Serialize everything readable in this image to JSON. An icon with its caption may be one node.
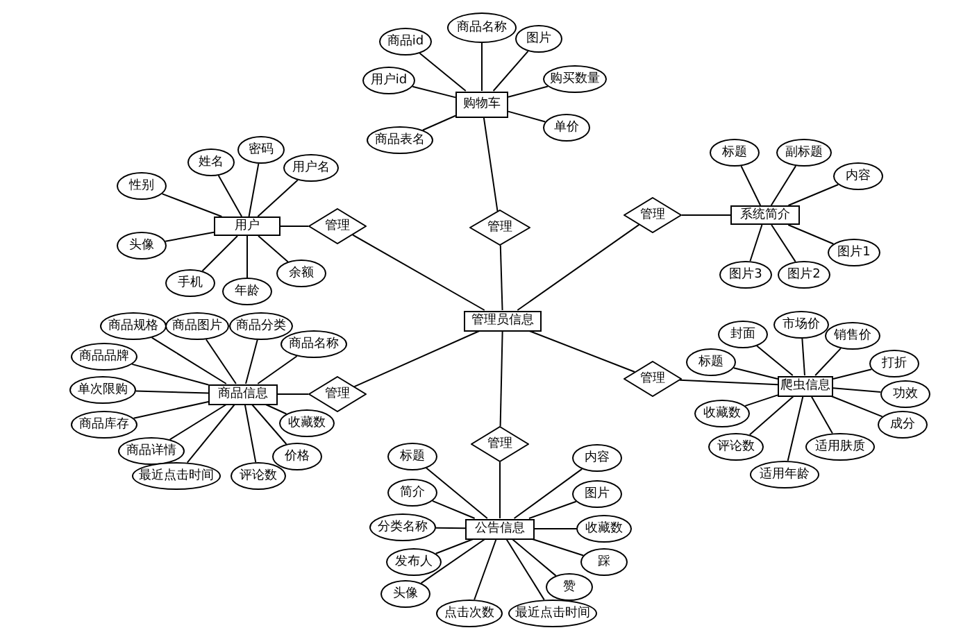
{
  "diagram": {
    "nodes": [
      {
        "text": [
          "管理员信息"
        ]
      },
      {
        "text": [
          "购物车"
        ]
      },
      {
        "text": [
          "用户"
        ]
      },
      {
        "text": [
          "系统简介"
        ]
      },
      {
        "text": [
          "商品信息"
        ]
      },
      {
        "text": [
          "爬虫信息"
        ]
      },
      {
        "text": [
          "公告信息"
        ]
      },
      {
        "text": [
          "管理"
        ]
      },
      {
        "text": [
          "管理"
        ]
      },
      {
        "text": [
          "管理"
        ]
      },
      {
        "text": [
          "管理"
        ]
      },
      {
        "text": [
          "管理"
        ]
      },
      {
        "text": [
          "管理"
        ]
      },
      {
        "text": [
          "商品id"
        ]
      },
      {
        "text": [
          "商品名称"
        ]
      },
      {
        "text": [
          "图片"
        ]
      },
      {
        "text": [
          "用户id"
        ]
      },
      {
        "text": [
          "购买数量"
        ]
      },
      {
        "text": [
          "单价"
        ]
      },
      {
        "text": [
          "商品表名"
        ]
      },
      {
        "text": [
          "姓名"
        ]
      },
      {
        "text": [
          "密码"
        ]
      },
      {
        "text": [
          "用户名"
        ]
      },
      {
        "text": [
          "性别"
        ]
      },
      {
        "text": [
          "头像"
        ]
      },
      {
        "text": [
          "手机"
        ]
      },
      {
        "text": [
          "年龄"
        ]
      },
      {
        "text": [
          "余额"
        ]
      },
      {
        "text": [
          "标题"
        ]
      },
      {
        "text": [
          "副标题"
        ]
      },
      {
        "text": [
          "内容"
        ]
      },
      {
        "text": [
          "图片1"
        ]
      },
      {
        "text": [
          "图片3"
        ]
      },
      {
        "text": [
          "图片2"
        ]
      },
      {
        "text": [
          "商品规格"
        ]
      },
      {
        "text": [
          "商品图片"
        ]
      },
      {
        "text": [
          "商品分类"
        ]
      },
      {
        "text": [
          "商品名称"
        ]
      },
      {
        "text": [
          "商品品牌"
        ]
      },
      {
        "text": [
          "单次限购"
        ]
      },
      {
        "text": [
          "商品库存"
        ]
      },
      {
        "text": [
          "商品详情"
        ]
      },
      {
        "text": [
          "收藏数"
        ]
      },
      {
        "text": [
          "价格"
        ]
      },
      {
        "text": [
          "最近点击时间"
        ]
      },
      {
        "text": [
          "评论数"
        ]
      },
      {
        "text": [
          "封面"
        ]
      },
      {
        "text": [
          "市场价"
        ]
      },
      {
        "text": [
          "销售价"
        ]
      },
      {
        "text": [
          "标题"
        ]
      },
      {
        "text": [
          "打折"
        ]
      },
      {
        "text": [
          "功效"
        ]
      },
      {
        "text": [
          "成分"
        ]
      },
      {
        "text": [
          "收藏数"
        ]
      },
      {
        "text": [
          "评论数"
        ]
      },
      {
        "text": [
          "适用肤质"
        ]
      },
      {
        "text": [
          "适用年龄"
        ]
      },
      {
        "text": [
          "标题"
        ]
      },
      {
        "text": [
          "简介"
        ]
      },
      {
        "text": [
          "分类名称"
        ]
      },
      {
        "text": [
          "发布人"
        ]
      },
      {
        "text": [
          "内容"
        ]
      },
      {
        "text": [
          "图片"
        ]
      },
      {
        "text": [
          "收藏数"
        ]
      },
      {
        "text": [
          "踩"
        ]
      },
      {
        "text": [
          "赞"
        ]
      },
      {
        "text": [
          "头像"
        ]
      },
      {
        "text": [
          "点击次数"
        ]
      },
      {
        "text": [
          "最近点击时间"
        ]
      }
    ],
    "edges": [
      {
        "from": 1,
        "to": 7,
        "arrow": "none"
      },
      {
        "from": 7,
        "to": 0,
        "arrow": "none"
      },
      {
        "from": 2,
        "to": 8,
        "arrow": "none"
      },
      {
        "from": 8,
        "to": 0,
        "arrow": "none"
      },
      {
        "from": 3,
        "to": 9,
        "arrow": "none"
      },
      {
        "from": 9,
        "to": 0,
        "arrow": "none"
      },
      {
        "from": 4,
        "to": 10,
        "arrow": "none"
      },
      {
        "from": 10,
        "to": 0,
        "arrow": "none"
      },
      {
        "from": 5,
        "to": 11,
        "arrow": "none"
      },
      {
        "from": 11,
        "to": 0,
        "arrow": "none"
      },
      {
        "from": 6,
        "to": 12,
        "arrow": "none"
      },
      {
        "from": 12,
        "to": 0,
        "arrow": "none"
      },
      {
        "from": 1,
        "to": 13,
        "arrow": "none"
      },
      {
        "from": 1,
        "to": 14,
        "arrow": "none"
      },
      {
        "from": 1,
        "to": 15,
        "arrow": "none"
      },
      {
        "from": 1,
        "to": 16,
        "arrow": "none"
      },
      {
        "from": 1,
        "to": 17,
        "arrow": "none"
      },
      {
        "from": 1,
        "to": 18,
        "arrow": "none"
      },
      {
        "from": 1,
        "to": 19,
        "arrow": "none"
      },
      {
        "from": 2,
        "to": 20,
        "arrow": "none"
      },
      {
        "from": 2,
        "to": 21,
        "arrow": "none"
      },
      {
        "from": 2,
        "to": 22,
        "arrow": "none"
      },
      {
        "from": 2,
        "to": 23,
        "arrow": "none"
      },
      {
        "from": 2,
        "to": 24,
        "arrow": "none"
      },
      {
        "from": 2,
        "to": 25,
        "arrow": "none"
      },
      {
        "from": 2,
        "to": 26,
        "arrow": "none"
      },
      {
        "from": 2,
        "to": 27,
        "arrow": "none"
      },
      {
        "from": 3,
        "to": 28,
        "arrow": "none"
      },
      {
        "from": 3,
        "to": 29,
        "arrow": "none"
      },
      {
        "from": 3,
        "to": 30,
        "arrow": "none"
      },
      {
        "from": 3,
        "to": 31,
        "arrow": "none"
      },
      {
        "from": 3,
        "to": 32,
        "arrow": "none"
      },
      {
        "from": 3,
        "to": 33,
        "arrow": "none"
      },
      {
        "from": 4,
        "to": 34,
        "arrow": "none"
      },
      {
        "from": 4,
        "to": 35,
        "arrow": "none"
      },
      {
        "from": 4,
        "to": 36,
        "arrow": "none"
      },
      {
        "from": 4,
        "to": 37,
        "arrow": "none"
      },
      {
        "from": 4,
        "to": 38,
        "arrow": "none"
      },
      {
        "from": 4,
        "to": 39,
        "arrow": "none"
      },
      {
        "from": 4,
        "to": 40,
        "arrow": "none"
      },
      {
        "from": 4,
        "to": 41,
        "arrow": "none"
      },
      {
        "from": 4,
        "to": 42,
        "arrow": "none"
      },
      {
        "from": 4,
        "to": 43,
        "arrow": "none"
      },
      {
        "from": 4,
        "to": 44,
        "arrow": "none"
      },
      {
        "from": 4,
        "to": 45,
        "arrow": "none"
      },
      {
        "from": 5,
        "to": 46,
        "arrow": "none"
      },
      {
        "from": 5,
        "to": 47,
        "arrow": "none"
      },
      {
        "from": 5,
        "to": 48,
        "arrow": "none"
      },
      {
        "from": 5,
        "to": 49,
        "arrow": "none"
      },
      {
        "from": 5,
        "to": 50,
        "arrow": "none"
      },
      {
        "from": 5,
        "to": 51,
        "arrow": "none"
      },
      {
        "from": 5,
        "to": 52,
        "arrow": "none"
      },
      {
        "from": 5,
        "to": 53,
        "arrow": "none"
      },
      {
        "from": 5,
        "to": 54,
        "arrow": "none"
      },
      {
        "from": 5,
        "to": 55,
        "arrow": "none"
      },
      {
        "from": 5,
        "to": 56,
        "arrow": "none"
      },
      {
        "from": 6,
        "to": 57,
        "arrow": "none"
      },
      {
        "from": 6,
        "to": 58,
        "arrow": "none"
      },
      {
        "from": 6,
        "to": 59,
        "arrow": "none"
      },
      {
        "from": 6,
        "to": 60,
        "arrow": "none"
      },
      {
        "from": 6,
        "to": 61,
        "arrow": "none"
      },
      {
        "from": 6,
        "to": 62,
        "arrow": "none"
      },
      {
        "from": 6,
        "to": 63,
        "arrow": "none"
      },
      {
        "from": 6,
        "to": 64,
        "arrow": "none"
      },
      {
        "from": 6,
        "to": 65,
        "arrow": "none"
      },
      {
        "from": 6,
        "to": 66,
        "arrow": "none"
      },
      {
        "from": 6,
        "to": 67,
        "arrow": "none"
      },
      {
        "from": 6,
        "to": 68,
        "arrow": "none"
      }
    ]
  }
}
